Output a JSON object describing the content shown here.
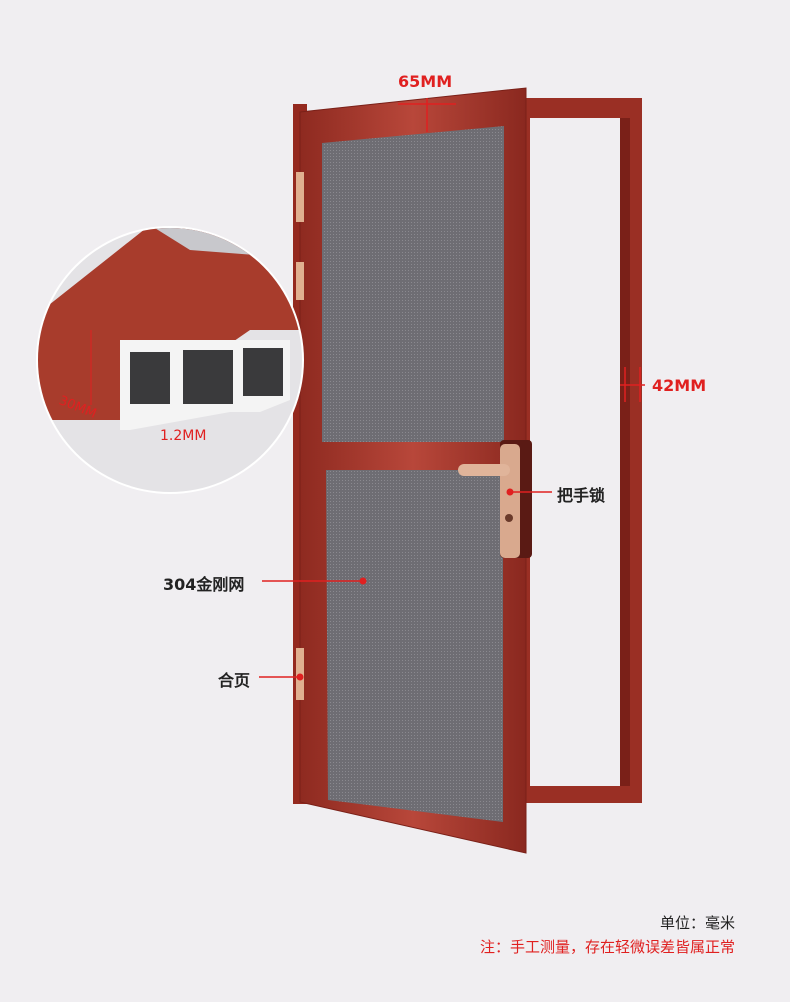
{
  "dimensions": {
    "top_width": "65MM",
    "frame_depth": "42MM",
    "profile_height": "30MM",
    "wall_thickness": "1.2MM"
  },
  "callouts": {
    "handle_lock": "把手锁",
    "mesh": "304金刚网",
    "hinge": "合页"
  },
  "footer": {
    "unit": "单位：毫米",
    "note": "注：手工测量，存在轻微误差皆属正常"
  },
  "colors": {
    "accent": "#e02020",
    "frame": "#a8352a",
    "mesh": "#6b6b70"
  }
}
